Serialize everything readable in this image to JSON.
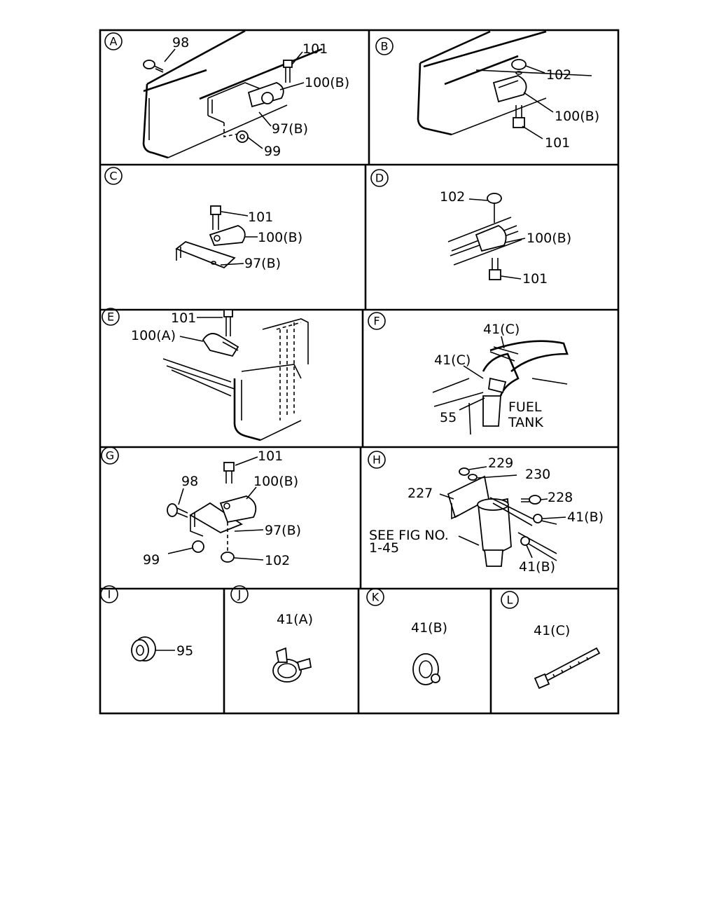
{
  "panels": {
    "A": {
      "letter": "A",
      "labels": [
        "98",
        "101",
        "100(B)",
        "97(B)",
        "99"
      ]
    },
    "B": {
      "letter": "B",
      "labels": [
        "102",
        "100(B)",
        "101"
      ]
    },
    "C": {
      "letter": "C",
      "labels": [
        "101",
        "100(B)",
        "97(B)"
      ]
    },
    "D": {
      "letter": "D",
      "labels": [
        "102",
        "100(B)",
        "101"
      ]
    },
    "E": {
      "letter": "E",
      "labels": [
        "101",
        "100(A)"
      ]
    },
    "F": {
      "letter": "F",
      "labels": [
        "41(C)",
        "41(C)",
        "55",
        "FUEL",
        "TANK"
      ]
    },
    "G": {
      "letter": "G",
      "labels": [
        "101",
        "98",
        "100(B)",
        "97(B)",
        "99",
        "102"
      ]
    },
    "H": {
      "letter": "H",
      "labels": [
        "229",
        "230",
        "227",
        "228",
        "41(B)",
        "SEE FIG NO.",
        "1-45",
        "41(B)"
      ]
    },
    "I": {
      "letter": "I",
      "labels": [
        "95"
      ]
    },
    "J": {
      "letter": "J",
      "labels": [
        "41(A)"
      ]
    },
    "K": {
      "letter": "K",
      "labels": [
        "41(B)"
      ]
    },
    "L": {
      "letter": "L",
      "labels": [
        "41(C)"
      ]
    }
  }
}
